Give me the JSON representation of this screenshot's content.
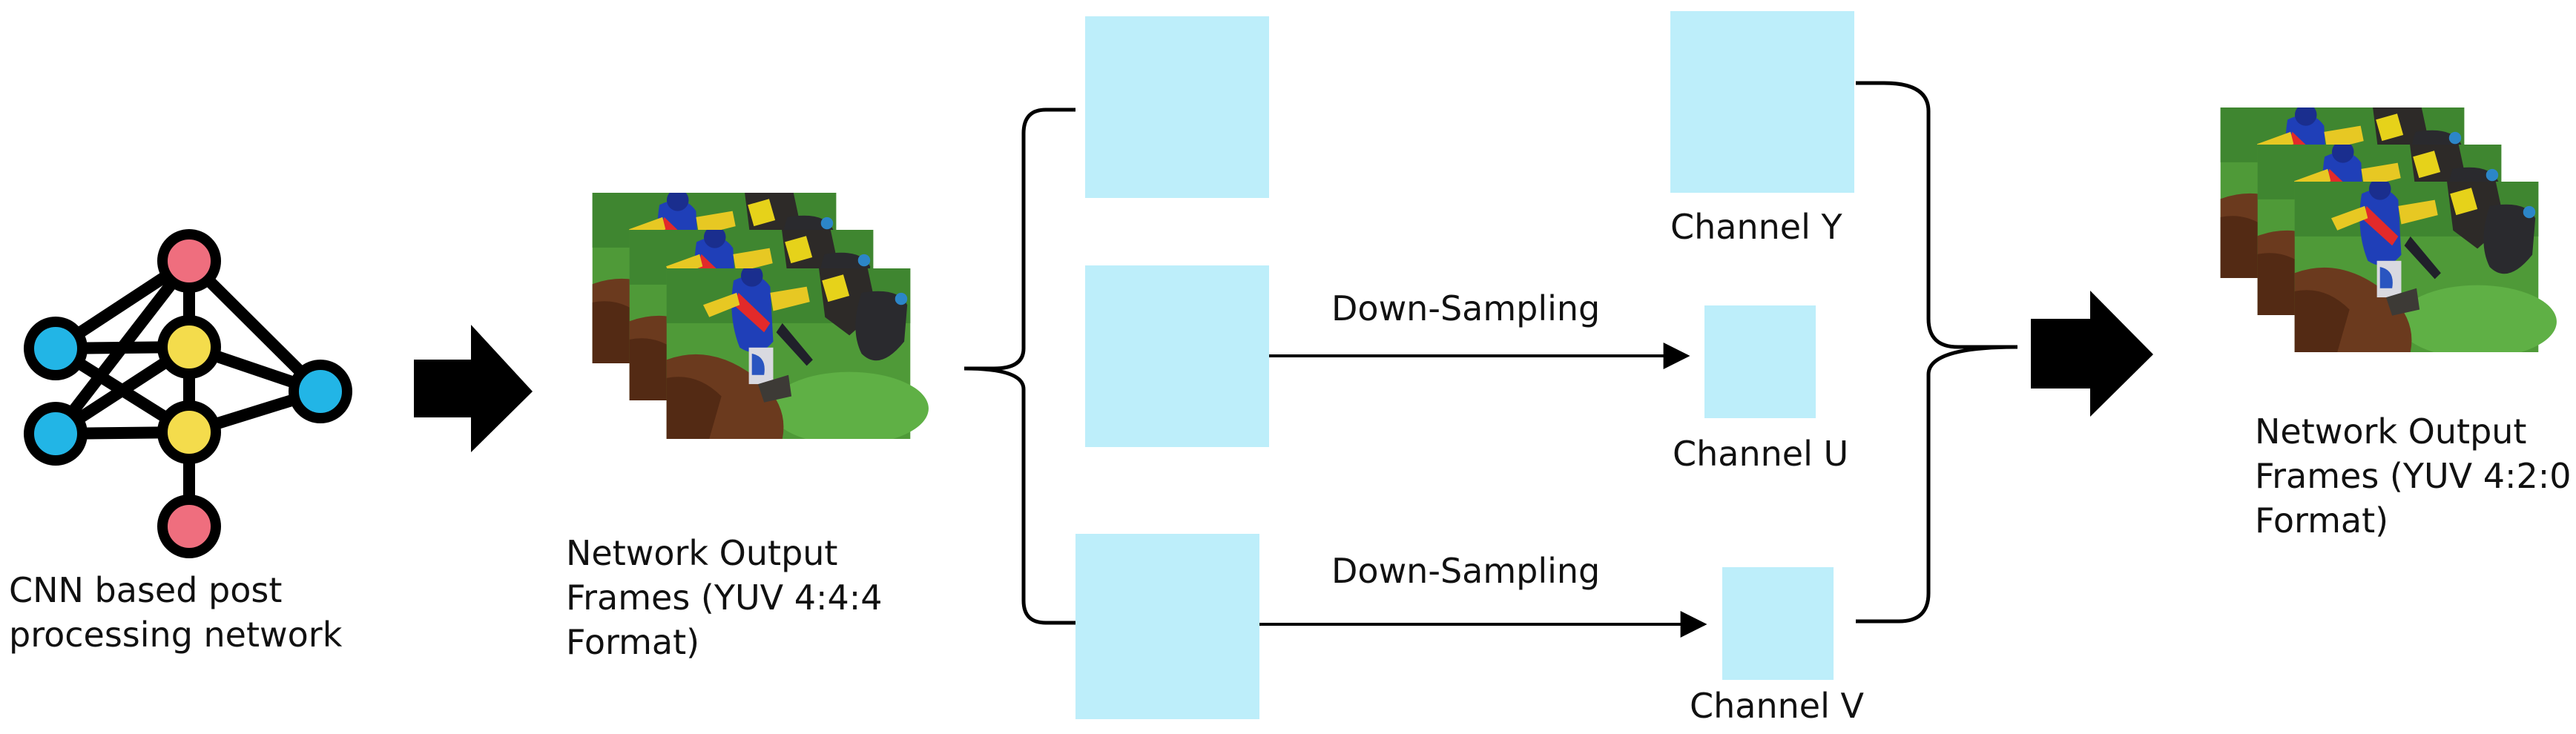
{
  "labels": {
    "cnn_line1": "CNN based post",
    "cnn_line2": "processing network",
    "out444_line1": "Network Output",
    "out444_line2": "Frames (YUV 4:4:4",
    "out444_line3": "Format)",
    "downsampling_u": "Down-Sampling",
    "downsampling_v": "Down-Sampling",
    "channel_y": "Channel Y",
    "channel_u": "Channel U",
    "channel_v": "Channel V",
    "out420_line1": "Network Output",
    "out420_line2": "Frames (YUV 4:2:0",
    "out420_line3": "Format)"
  },
  "colors": {
    "channel_block": "#bdeefa",
    "node_blue": "#22b5e6",
    "node_yellow": "#f4dc4c",
    "node_red": "#ef6e7e",
    "arrow": "#000000"
  },
  "icons": {
    "network": "neural-network-icon",
    "frames": "video-frame-stack-icon",
    "arrow": "block-arrow-right-icon"
  }
}
